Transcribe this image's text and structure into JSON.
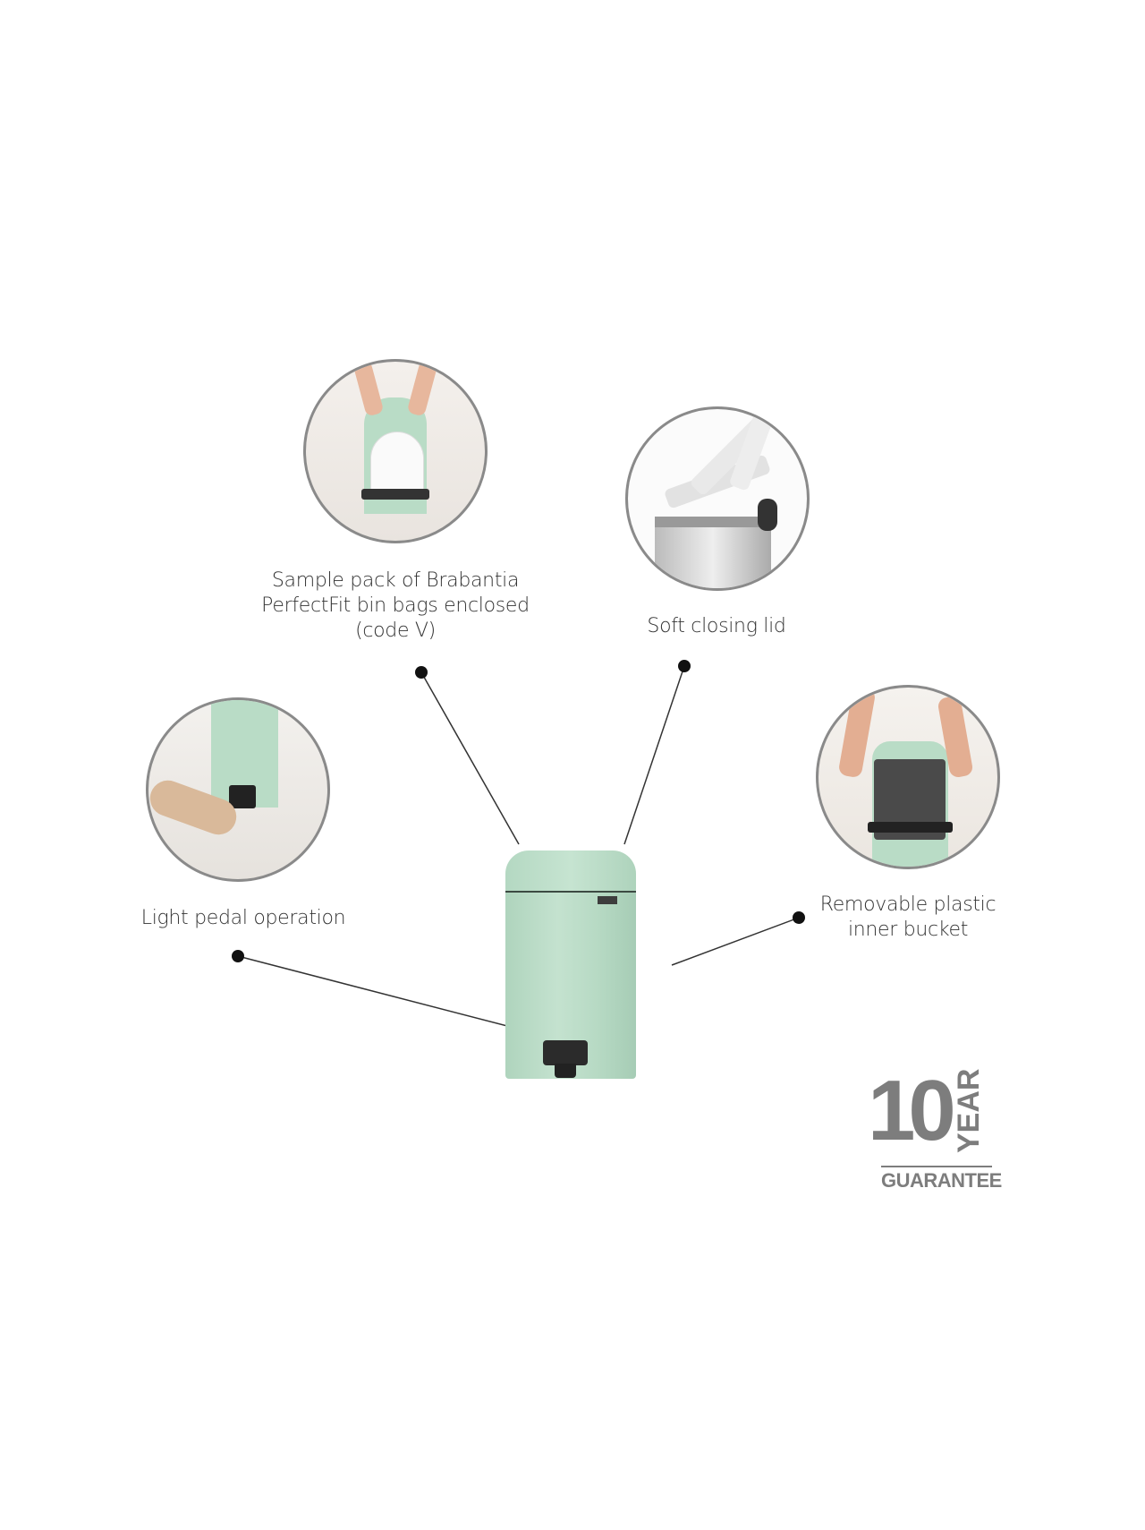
{
  "features": [
    {
      "id": "bags",
      "lines": [
        "Sample pack of Brabantia",
        "PerfectFit bin bags enclosed",
        "(code V)"
      ]
    },
    {
      "id": "lid",
      "lines": [
        "Soft closing lid"
      ]
    },
    {
      "id": "pedal",
      "lines": [
        "Light pedal operation"
      ]
    },
    {
      "id": "bucket",
      "lines": [
        "Removable plastic",
        "inner bucket"
      ]
    }
  ],
  "guarantee": {
    "number": "10",
    "unit": "YEAR",
    "word": "GUARANTEE"
  },
  "colors": {
    "bin": "#b9dcc6",
    "border": "#8a8a8a",
    "guarantee": "#7d7d7d"
  }
}
